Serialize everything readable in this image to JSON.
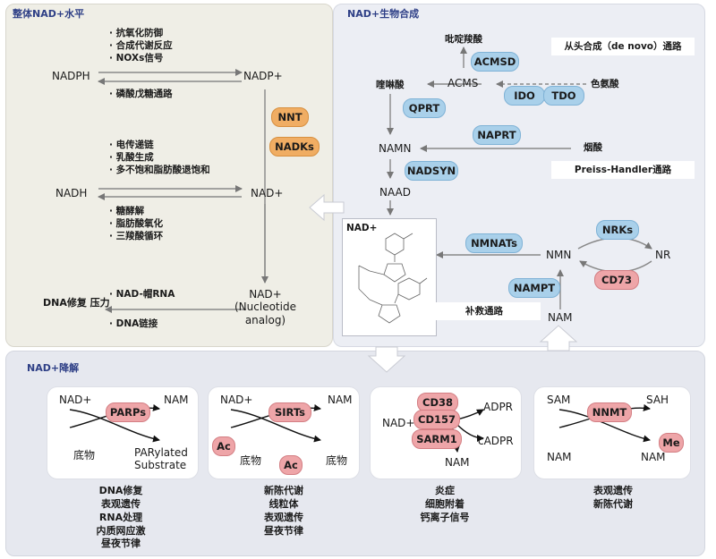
{
  "left": {
    "title": "整体NAD+水平",
    "nadph": "NADPH",
    "nadp": "NADP+",
    "nadh": "NADH",
    "nad": "NAD+",
    "nad_analog": "NAD+\n(Nucleotide\nanalog)",
    "dna_repair": "DNA修复\n压力",
    "top_list": [
      "· 抗氧化防御",
      "· 合成代谢反应",
      "· NOXs信号"
    ],
    "ppp": "· 磷酸戊糖通路",
    "mid_list": [
      "· 电传递链",
      "· 乳酸生成",
      "· 多不饱和脂肪酸退饱和"
    ],
    "low_list": [
      "· 糖酵解",
      "· 脂肪酸氧化",
      "· 三羧酸循环"
    ],
    "nad_cap": "· NAD-帽RNA",
    "dna_link": "· DNA链接",
    "nnt": "NNT",
    "nadks": "NADKs"
  },
  "right": {
    "title": "NAD+生物合成",
    "de_novo": "从头合成（de novo）通路",
    "picolinic": "吡啶羧酸",
    "acmsd": "ACMSD",
    "acms": "ACMS",
    "quinolinic": "喹啉酸",
    "ido": "IDO",
    "tdo": "TDO",
    "trp": "色氨酸",
    "qprt": "QPRT",
    "naprt": "NAPRT",
    "namn": "NAMN",
    "na": "烟酸",
    "preiss": "Preiss-Handler通路",
    "nadsyn": "NADSYN",
    "naad": "NAAD",
    "nad_struct": "NAD+",
    "nmnats": "NMNATs",
    "nmn": "NMN",
    "nrks": "NRKs",
    "nr": "NR",
    "cd73": "CD73",
    "nampt": "NAMPT",
    "salvage": "补救通路",
    "nam": "NAM"
  },
  "bottom": {
    "title": "NAD+降解",
    "cards": [
      {
        "in": "NAD+",
        "enzyme": "PARPs",
        "out": "NAM",
        "sub": "底物",
        "prod": "PARylated\nSubstrate",
        "roles": "DNA修复\n表观遗传\nRNA处理\n内质网应激\n昼夜节律"
      },
      {
        "in": "NAD+",
        "enzyme": "SIRTs",
        "out": "NAM",
        "ac1": "Ac",
        "ac2": "Ac",
        "sub": "底物",
        "prod": "底物",
        "roles": "新陈代谢\n线粒体\n表观遗传\n昼夜节律"
      },
      {
        "in": "NAD+",
        "e1": "CD38",
        "e2": "CD157",
        "e3": "SARM1",
        "adpr": "ADPR",
        "cadpr": "cADPR",
        "out": "NAM",
        "roles": "炎症\n细胞附着\n钙离子信号"
      },
      {
        "in": "SAM",
        "enzyme": "NNMT",
        "out": "SAH",
        "in2": "NAM",
        "me": "Me",
        "prod": "NAM",
        "roles": "表观遗传\n新陈代谢"
      }
    ]
  },
  "colors": {
    "left_panel": "#efeee6",
    "right_panel": "#eceef4",
    "bottom_panel": "#e6e8ef",
    "enzyme_blue": "#a9d0ea",
    "enzyme_orange": "#f0ad63",
    "enzyme_pink": "#eea5a8",
    "title_blue": "#2e3f86"
  }
}
